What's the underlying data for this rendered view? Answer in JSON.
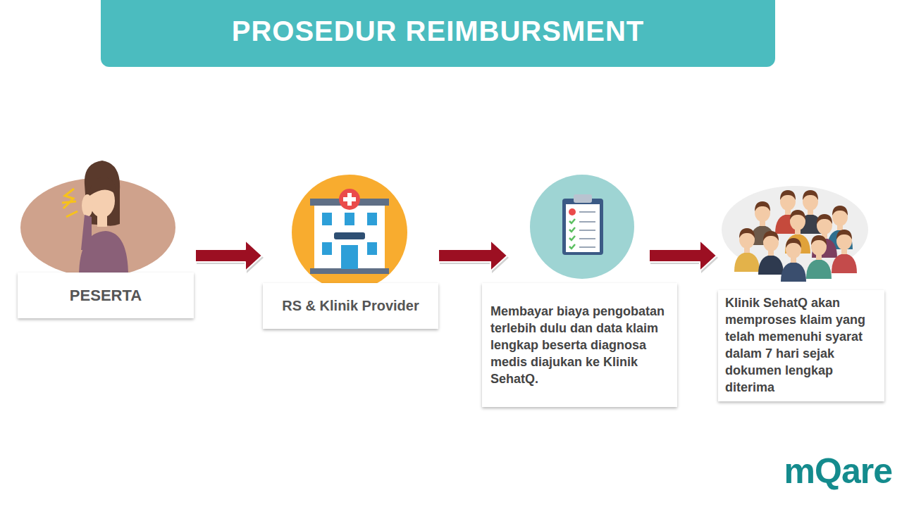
{
  "diagram": {
    "title": "PROSEDUR REIMBURSMENT",
    "nodes": [
      {
        "text": [
          "PESERTA"
        ]
      },
      {
        "text": [
          "RS & Klinik Provider"
        ]
      },
      {
        "text": [
          "Membayar biaya pengobatan terlebih dulu dan data klaim lengkap beserta diagnosa medis diajukan ke Klinik SehatQ."
        ]
      },
      {
        "text": [
          "Klinik SehatQ akan memproses klaim yang telah memenuhi syarat dalam 7 hari sejak dokumen lengkap diterima"
        ]
      }
    ],
    "edges": [
      {
        "from": 0,
        "to": 1,
        "arrow": "to"
      },
      {
        "from": 1,
        "to": 2,
        "arrow": "to"
      },
      {
        "from": 2,
        "to": 3,
        "arrow": "to"
      }
    ],
    "labels": [
      "mQare"
    ]
  }
}
